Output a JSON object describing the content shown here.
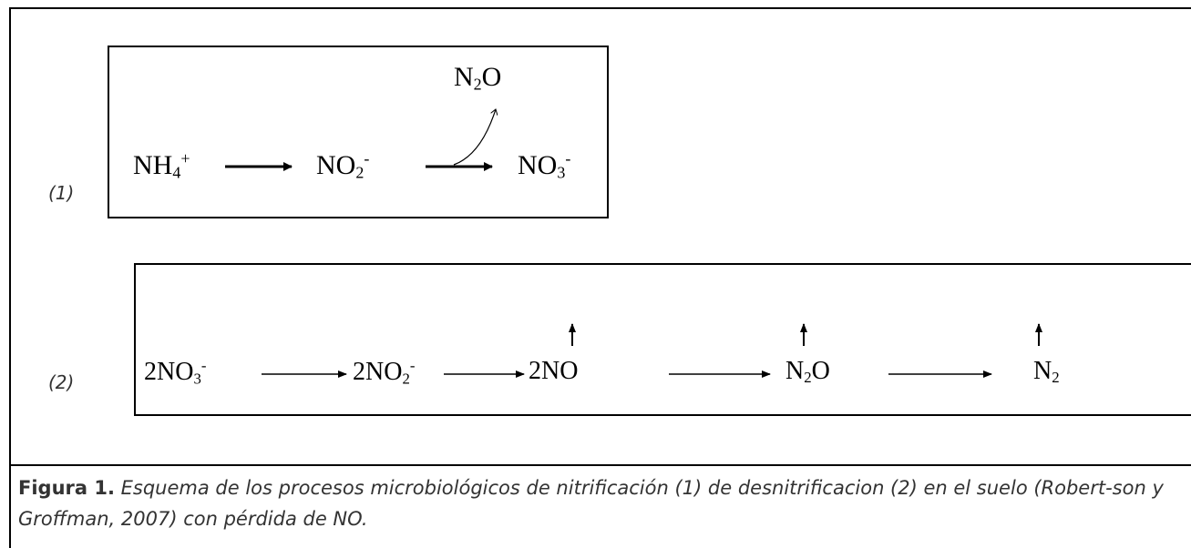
{
  "diagram": {
    "process1": {
      "label": "(1)",
      "nh4": {
        "base": "NH",
        "sub": "4",
        "sup": "+"
      },
      "no2": {
        "base": "NO",
        "sub": "2",
        "sup": "-"
      },
      "no3": {
        "base": "NO",
        "sub": "3",
        "sup": "-"
      },
      "n2o": {
        "base": "N",
        "sub": "2",
        "tail": "O"
      }
    },
    "process2": {
      "label": "(2)",
      "no3": {
        "base": "2NO",
        "sub": "3",
        "sup": "-"
      },
      "no2": {
        "base": "2NO",
        "sub": "2",
        "sup": "-"
      },
      "no": {
        "base": "2NO"
      },
      "n2o": {
        "base": "N",
        "sub": "2",
        "tail": "O"
      },
      "n2": {
        "base": "N",
        "sub": "2"
      }
    }
  },
  "caption": {
    "title": "Figura 1.",
    "text": " Esquema de los procesos microbiológicos de nitrificación (1) de desnitrificacion (2) en el suelo (Robert-son y Groffman, 2007) con pérdida de NO."
  }
}
